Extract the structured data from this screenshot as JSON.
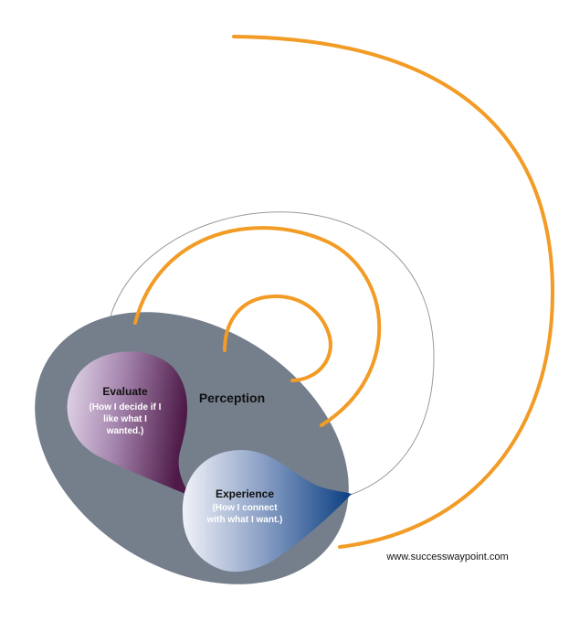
{
  "diagram": {
    "center_label": "Perception",
    "evaluate": {
      "title": "Evaluate",
      "lines": [
        "(How I decide if I",
        "like what I",
        "wanted.)"
      ]
    },
    "experience": {
      "title": "Experience",
      "lines": [
        "(How I connect",
        "with what I want.)"
      ]
    },
    "footer": {
      "url": "www.successwaypoint.com"
    },
    "colors": {
      "spiral": "#f29b25",
      "ellipse": "#747f8b",
      "thin_circle": "#999999",
      "evaluate_light": "#ddd0e6",
      "evaluate_dark": "#4e1a48",
      "experience_light": "#eef0f8",
      "experience_dark": "#0a3f82"
    }
  }
}
